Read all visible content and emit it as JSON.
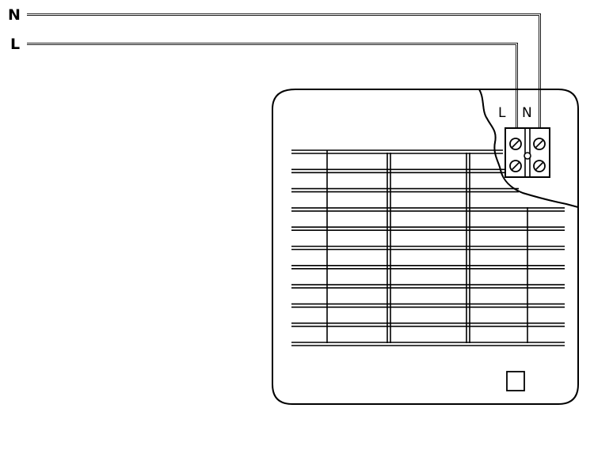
{
  "wires": {
    "neutral_label": "N",
    "live_label": "L"
  },
  "terminal": {
    "live_label": "L",
    "neutral_label": "N"
  },
  "fan": {
    "grille_slat_count": 11,
    "switch_icon": "square-switch-icon"
  }
}
